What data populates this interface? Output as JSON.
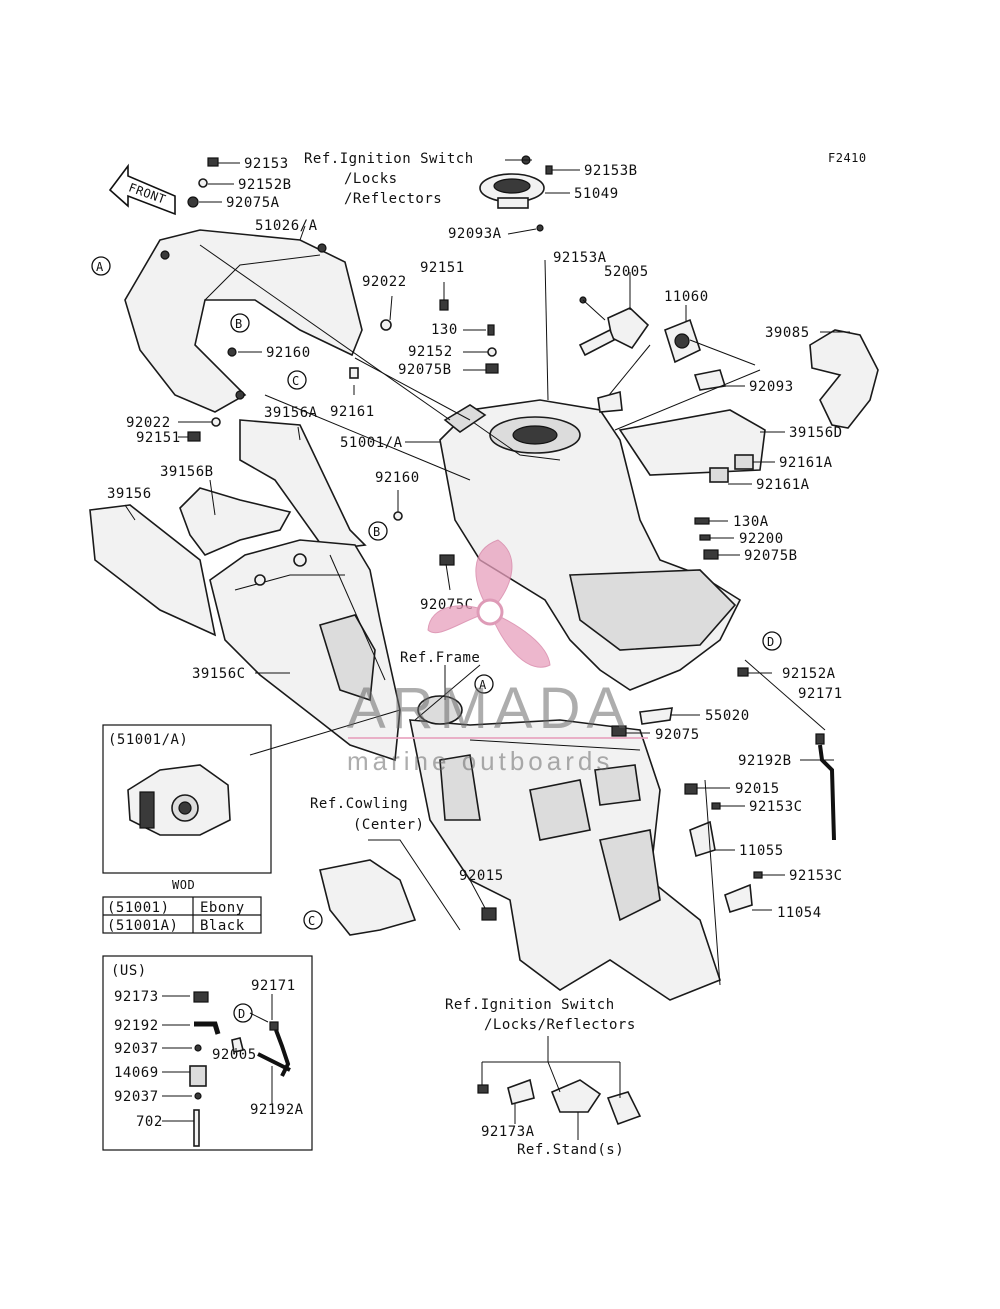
{
  "figure_code": "F2410",
  "front_arrow": "FRONT",
  "labels": {
    "l92153": "92153",
    "l92152B": "92152B",
    "l92075A": "92075A",
    "l51026A": "51026/A",
    "ref_ign1_a": "Ref.Ignition Switch",
    "ref_ign1_b": "/Locks",
    "ref_ign1_c": "/Reflectors",
    "l92153B": "92153B",
    "l51049": "51049",
    "l92093A": "92093A",
    "l92022a": "92022",
    "l92151a": "92151",
    "l130": "130",
    "l92152": "92152",
    "l92075B": "92075B",
    "l92160a": "92160",
    "l92161": "92161",
    "l92153A": "92153A",
    "l52005": "52005",
    "l11060": "11060",
    "l39085": "39085",
    "l92093": "92093",
    "l39156D": "39156D",
    "l92161A1": "92161A",
    "l92161A2": "92161A",
    "l92022b": "92022",
    "l92151b": "92151",
    "l39156A": "39156A",
    "l51001A": "51001/A",
    "l39156B": "39156B",
    "l39156": "39156",
    "l92160b": "92160",
    "l130A": "130A",
    "l92200": "92200",
    "l92075B2": "92075B",
    "l92075C": "92075C",
    "l39156C": "39156C",
    "ref_frame": "Ref.Frame",
    "l92152A": "92152A",
    "l92171": "92171",
    "l55020": "55020",
    "l92075": "92075",
    "l92192B": "92192B",
    "l92015a": "92015",
    "l92153C1": "92153C",
    "ref_cowl_a": "Ref.Cowling",
    "ref_cowl_b": "(Center)",
    "l11055": "11055",
    "l92153C2": "92153C",
    "l92015b": "92015",
    "l11054": "11054",
    "ref_ign2_a": "Ref.Ignition Switch",
    "ref_ign2_b": "/Locks/Reflectors",
    "l92173A": "92173A",
    "ref_stand": "Ref.Stand(s)"
  },
  "callouts": {
    "A": "A",
    "B": "B",
    "C": "C",
    "D": "D"
  },
  "inset_wod": {
    "title": "(51001/A)",
    "caption": "WOD",
    "rows": [
      {
        "code": "(51001)",
        "color": "Ebony"
      },
      {
        "code": "(51001A)",
        "color": "Black"
      }
    ]
  },
  "inset_us": {
    "title": "(US)",
    "l92173": "92173",
    "l92192": "92192",
    "l92037a": "92037",
    "l14069": "14069",
    "l92037b": "92037",
    "l702": "702",
    "l92171": "92171",
    "l92005": "92005",
    "l92192A": "92192A"
  },
  "watermark": {
    "brand": "ARMADA",
    "tagline": "marine outboards",
    "accent": "#e8a0bd"
  }
}
